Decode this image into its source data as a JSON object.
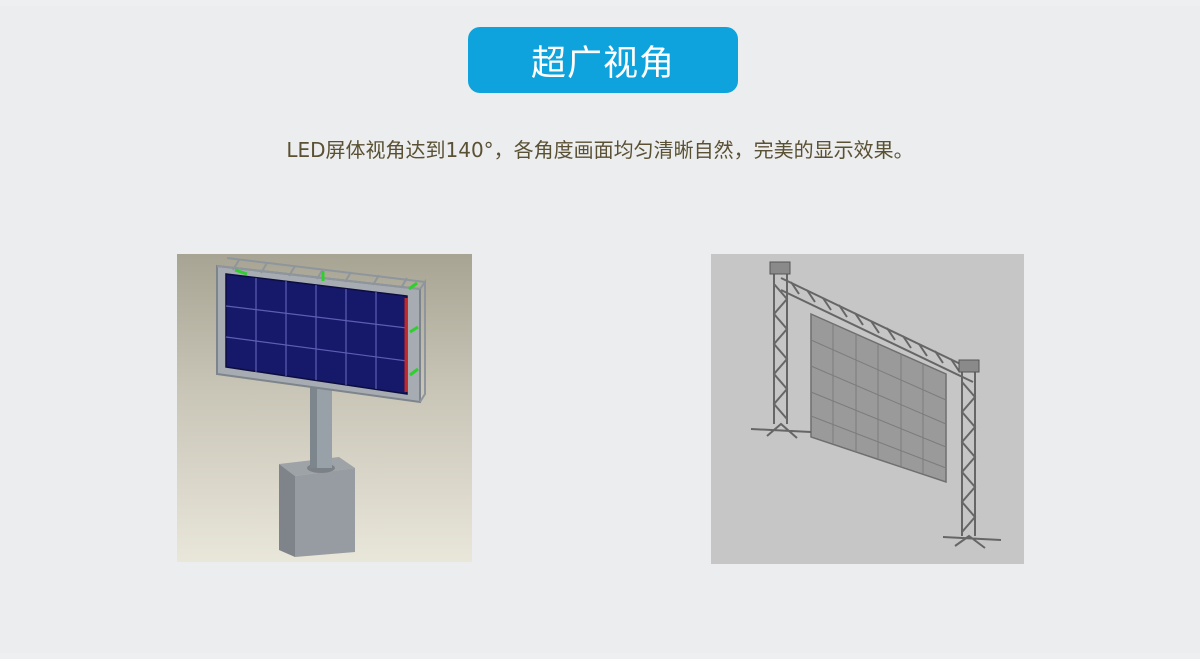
{
  "header": {
    "title": "超广视角",
    "subtitle": "LED屏体视角达到140°，各角度画面均匀清晰自然，完美的显示效果。"
  },
  "colors": {
    "badge": "#0ea3dc",
    "badge_text": "#ffffff",
    "subtitle_text": "#5a5033",
    "background": "#ebedee"
  },
  "images": {
    "left": "pole-mounted-led-billboard",
    "right": "truss-supported-led-screen"
  }
}
